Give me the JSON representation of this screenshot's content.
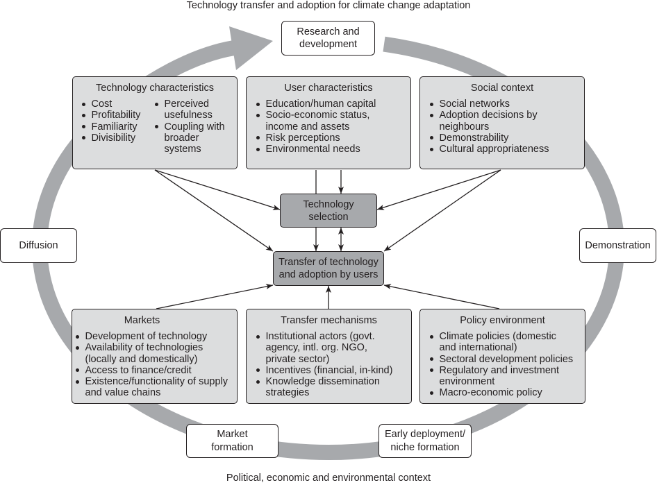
{
  "title": "Technology transfer and adoption for climate change adaptation",
  "context_label": "Political, economic and environmental context",
  "colors": {
    "ring": "#a7a9ac",
    "factor_box": "#dcddde",
    "core_box": "#a7a9ac",
    "outline": "#231f20",
    "stage_box": "#ffffff"
  },
  "cycle_stages": {
    "research_and_development": "Research and\ndevelopment",
    "demonstration": "Demonstration",
    "early_deployment": "Early deployment/\nniche formation",
    "market_formation": "Market\nformation",
    "diffusion": "Diffusion"
  },
  "core": {
    "technology_selection": "Technology\nselection",
    "transfer_and_adoption": "Transfer of technology\nand adoption by users"
  },
  "factors": {
    "technology_characteristics": {
      "title": "Technology characteristics",
      "items": [
        "Cost",
        "Profitability",
        "Familiarity",
        "Divisibility",
        "Perceived\nusefulness",
        "Coupling with\nbroader\nsystems"
      ]
    },
    "user_characteristics": {
      "title": "User characteristics",
      "items": [
        "Education/human capital",
        "Socio-economic status,\nincome and assets",
        "Risk perceptions",
        "Environmental needs"
      ]
    },
    "social_context": {
      "title": "Social context",
      "items": [
        "Social networks",
        "Adoption decisions by\nneighbours",
        "Demonstrability",
        "Cultural appropriateness"
      ]
    },
    "markets": {
      "title": "Markets",
      "items": [
        "Development of technology",
        "Availability of technologies\n(locally and domestically)",
        "Access to finance/credit",
        "Existence/functionality of supply\nand value chains"
      ]
    },
    "transfer_mechanisms": {
      "title": "Transfer mechanisms",
      "items": [
        "Institutional actors (govt.\nagency, intl. org. NGO,\nprivate sector)",
        "Incentives (financial, in-kind)",
        "Knowledge dissemination\nstrategies"
      ]
    },
    "policy_environment": {
      "title": "Policy environment",
      "items": [
        "Climate policies (domestic\nand international)",
        "Sectoral development policies",
        "Regulatory and investment\nenvironment",
        "Macro-economic policy"
      ]
    }
  },
  "connections": [
    {
      "from": "Technology characteristics",
      "to": "Technology selection",
      "direction": "one-way"
    },
    {
      "from": "Technology characteristics",
      "to": "Transfer of technology and adoption by users",
      "direction": "one-way"
    },
    {
      "from": "User characteristics",
      "to": "Technology selection",
      "direction": "one-way"
    },
    {
      "from": "User characteristics",
      "to": "Transfer of technology and adoption by users",
      "direction": "one-way"
    },
    {
      "from": "Technology selection",
      "to": "Transfer of technology and adoption by users",
      "direction": "two-way"
    },
    {
      "from": "Social context",
      "to": "Technology selection",
      "direction": "one-way"
    },
    {
      "from": "Social context",
      "to": "Transfer of technology and adoption by users",
      "direction": "one-way"
    },
    {
      "from": "Markets",
      "to": "Transfer of technology and adoption by users",
      "direction": "one-way"
    },
    {
      "from": "Transfer mechanisms",
      "to": "Transfer of technology and adoption by users",
      "direction": "one-way"
    },
    {
      "from": "Policy environment",
      "to": "Transfer of technology and adoption by users",
      "direction": "one-way"
    }
  ],
  "cycle_order": [
    "Research and development",
    "Demonstration",
    "Early deployment/niche formation",
    "Market formation",
    "Diffusion"
  ]
}
